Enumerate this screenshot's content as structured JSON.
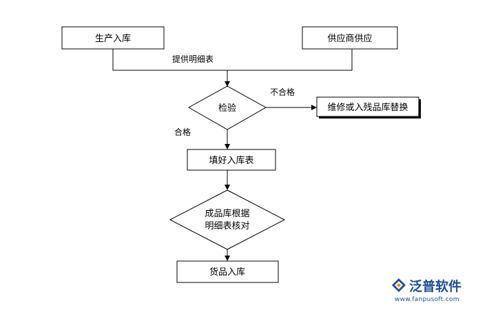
{
  "nodes": {
    "production_inbound": "生产入库",
    "supplier_supply": "供应商供应",
    "inspection": "检验",
    "repair_or_defect": "维修或入残品库替换",
    "fill_inbound_form": "填好入库表",
    "check_line1": "成品库根据",
    "check_line2": "明细表核对",
    "goods_inbound": "货品入库"
  },
  "edge_labels": {
    "provide_detail": "提供明细表",
    "unqualified": "不合格",
    "qualified": "合格"
  },
  "logo": {
    "name": "泛普软件",
    "url": "www.fanpusoft.com"
  },
  "colors": {
    "stroke": "#000000",
    "logo_blue": "#1d4f96",
    "logo_orange": "#f08a1c"
  }
}
